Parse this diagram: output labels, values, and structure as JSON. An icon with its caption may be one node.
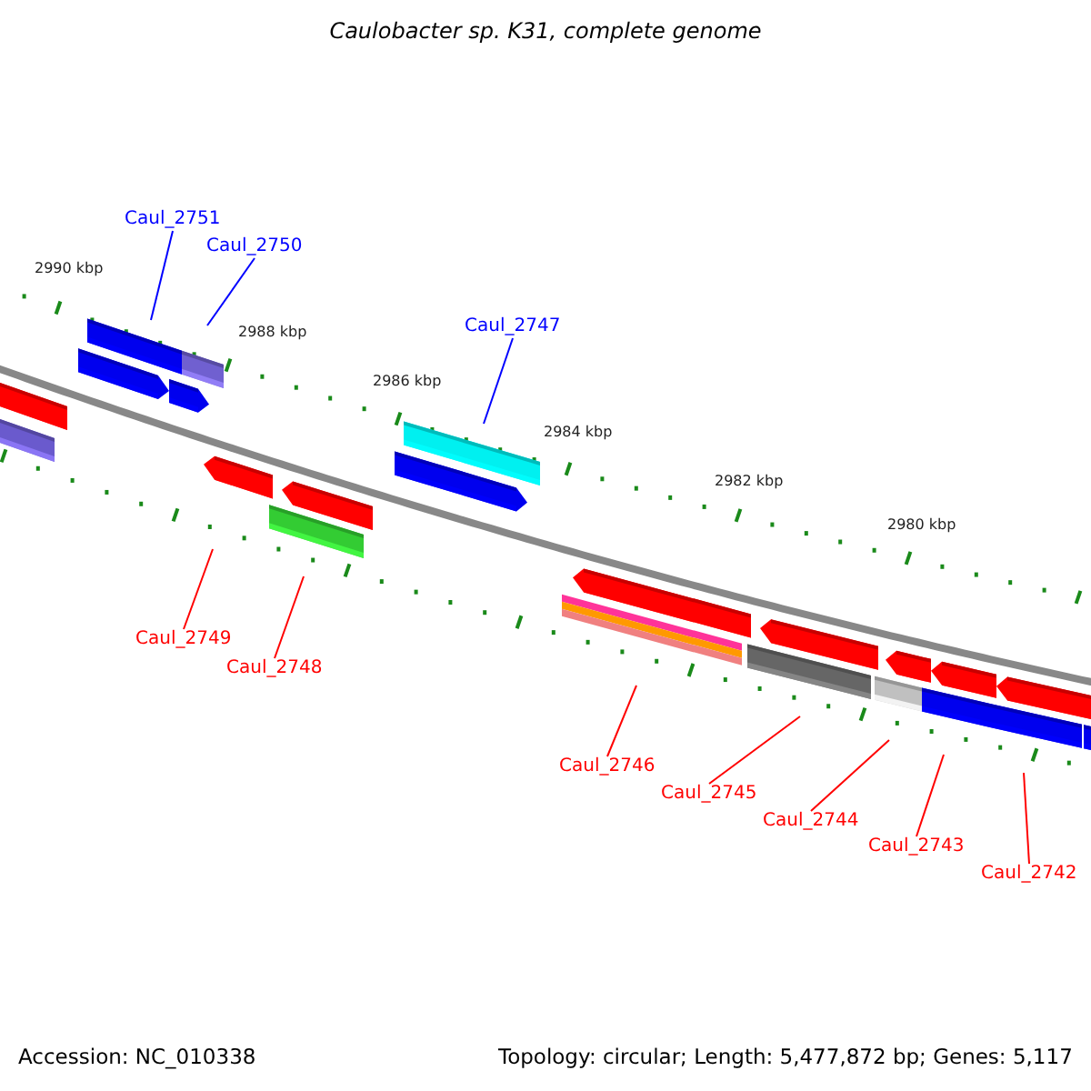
{
  "diagram": {
    "title": "Caulobacter sp. K31, complete genome",
    "nodes": [
      {
        "text": [
          "Caul_2751"
        ]
      },
      {
        "text": [
          "Caul_2750"
        ]
      },
      {
        "text": [
          "Caul_2747"
        ]
      },
      {
        "text": [
          "Caul_2749"
        ]
      },
      {
        "text": [
          "Caul_2748"
        ]
      },
      {
        "text": [
          "Caul_2746"
        ]
      },
      {
        "text": [
          "Caul_2745"
        ]
      },
      {
        "text": [
          "Caul_2744"
        ]
      },
      {
        "text": [
          "Caul_2743"
        ]
      },
      {
        "text": [
          "Caul_2742"
        ]
      }
    ],
    "edges": [
      {
        "from": 0,
        "to": null,
        "arrow": "none",
        "color": "#0000ff"
      },
      {
        "from": 1,
        "to": null,
        "arrow": "none",
        "color": "#0000ff"
      },
      {
        "from": 2,
        "to": null,
        "arrow": "none",
        "color": "#0000ff"
      },
      {
        "from": 3,
        "to": null,
        "arrow": "none"
      },
      {
        "from": 4,
        "to": null,
        "arrow": "none"
      },
      {
        "from": 5,
        "to": null,
        "arrow": "none"
      },
      {
        "from": 6,
        "to": null,
        "arrow": "none"
      },
      {
        "from": 7,
        "to": null,
        "arrow": "none"
      },
      {
        "from": 8,
        "to": null,
        "arrow": "none"
      },
      {
        "from": 9,
        "to": null,
        "arrow": "none"
      }
    ],
    "labels": [
      "2990 kbp",
      "2988 kbp",
      "2986 kbp",
      "2984 kbp",
      "2982 kbp",
      "2980 kbp",
      "Accession: NC_010338",
      "Topology: circular; Length: 5,477,872 bp; Genes: 5,117"
    ]
  }
}
